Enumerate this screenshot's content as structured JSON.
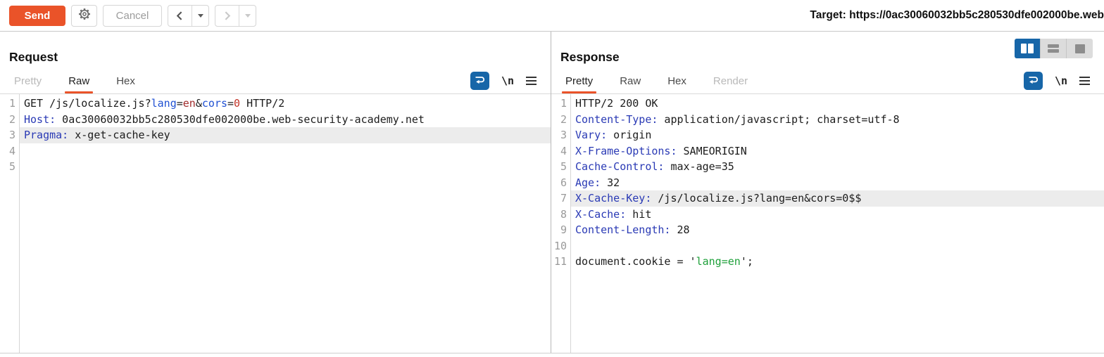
{
  "colors": {
    "plain": "#1c1c1c",
    "header_name": "#2a3ab5",
    "param_name": "#2051d3",
    "param_value": "#a12d2d",
    "param_value_num": "#c13428",
    "string": "#1ea03a",
    "accent_orange": "#ea5329",
    "accent_blue": "#1766a8",
    "line_number": "#9a9a9a",
    "highlight_bg": "#ececec"
  },
  "toolbar": {
    "send_label": "Send",
    "cancel_label": "Cancel",
    "target_label": "Target:",
    "target_url": "https://0ac30060032bb5c280530dfe002000be.web"
  },
  "request": {
    "title": "Request",
    "tabs": [
      {
        "label": "Pretty",
        "state": "dim"
      },
      {
        "label": "Raw",
        "state": "active"
      },
      {
        "label": "Hex",
        "state": "normal"
      }
    ],
    "nl_icon_label": "\\n",
    "lines": [
      {
        "num": "1",
        "highlight": false,
        "tokens": [
          {
            "t": "GET /js/localize.js?",
            "c": "plain"
          },
          {
            "t": "lang",
            "c": "param_name"
          },
          {
            "t": "=",
            "c": "plain"
          },
          {
            "t": "en",
            "c": "param_value"
          },
          {
            "t": "&",
            "c": "plain"
          },
          {
            "t": "cors",
            "c": "param_name"
          },
          {
            "t": "=",
            "c": "plain"
          },
          {
            "t": "0",
            "c": "param_value_num"
          },
          {
            "t": " HTTP/2",
            "c": "plain"
          }
        ]
      },
      {
        "num": "2",
        "highlight": false,
        "tokens": [
          {
            "t": "Host:",
            "c": "header_name"
          },
          {
            "t": " 0ac30060032bb5c280530dfe002000be.web-security-academy.net",
            "c": "plain"
          }
        ]
      },
      {
        "num": "3",
        "highlight": true,
        "tokens": [
          {
            "t": "Pragma:",
            "c": "header_name"
          },
          {
            "t": " x-get-cache-key",
            "c": "plain"
          }
        ]
      },
      {
        "num": "4",
        "highlight": false,
        "tokens": []
      },
      {
        "num": "5",
        "highlight": false,
        "tokens": []
      }
    ]
  },
  "response": {
    "title": "Response",
    "tabs": [
      {
        "label": "Pretty",
        "state": "active"
      },
      {
        "label": "Raw",
        "state": "normal"
      },
      {
        "label": "Hex",
        "state": "normal"
      },
      {
        "label": "Render",
        "state": "dim"
      }
    ],
    "nl_icon_label": "\\n",
    "lines": [
      {
        "num": "1",
        "highlight": false,
        "tokens": [
          {
            "t": "HTTP/2 200 OK",
            "c": "plain"
          }
        ]
      },
      {
        "num": "2",
        "highlight": false,
        "tokens": [
          {
            "t": "Content-Type:",
            "c": "header_name"
          },
          {
            "t": " application/javascript; charset=utf-8",
            "c": "plain"
          }
        ]
      },
      {
        "num": "3",
        "highlight": false,
        "tokens": [
          {
            "t": "Vary:",
            "c": "header_name"
          },
          {
            "t": " origin",
            "c": "plain"
          }
        ]
      },
      {
        "num": "4",
        "highlight": false,
        "tokens": [
          {
            "t": "X-Frame-Options:",
            "c": "header_name"
          },
          {
            "t": " SAMEORIGIN",
            "c": "plain"
          }
        ]
      },
      {
        "num": "5",
        "highlight": false,
        "tokens": [
          {
            "t": "Cache-Control:",
            "c": "header_name"
          },
          {
            "t": " max-age=35",
            "c": "plain"
          }
        ]
      },
      {
        "num": "6",
        "highlight": false,
        "tokens": [
          {
            "t": "Age:",
            "c": "header_name"
          },
          {
            "t": " 32",
            "c": "plain"
          }
        ]
      },
      {
        "num": "7",
        "highlight": true,
        "tokens": [
          {
            "t": "X-Cache-Key:",
            "c": "header_name"
          },
          {
            "t": " /js/localize.js?lang=en&cors=0$$",
            "c": "plain"
          }
        ]
      },
      {
        "num": "8",
        "highlight": false,
        "tokens": [
          {
            "t": "X-Cache:",
            "c": "header_name"
          },
          {
            "t": " hit",
            "c": "plain"
          }
        ]
      },
      {
        "num": "9",
        "highlight": false,
        "tokens": [
          {
            "t": "Content-Length:",
            "c": "header_name"
          },
          {
            "t": " 28",
            "c": "plain"
          }
        ]
      },
      {
        "num": "10",
        "highlight": false,
        "tokens": []
      },
      {
        "num": "11",
        "highlight": false,
        "tokens": [
          {
            "t": "document.cookie = '",
            "c": "plain"
          },
          {
            "t": "lang=en",
            "c": "string"
          },
          {
            "t": "';",
            "c": "plain"
          }
        ]
      }
    ]
  }
}
